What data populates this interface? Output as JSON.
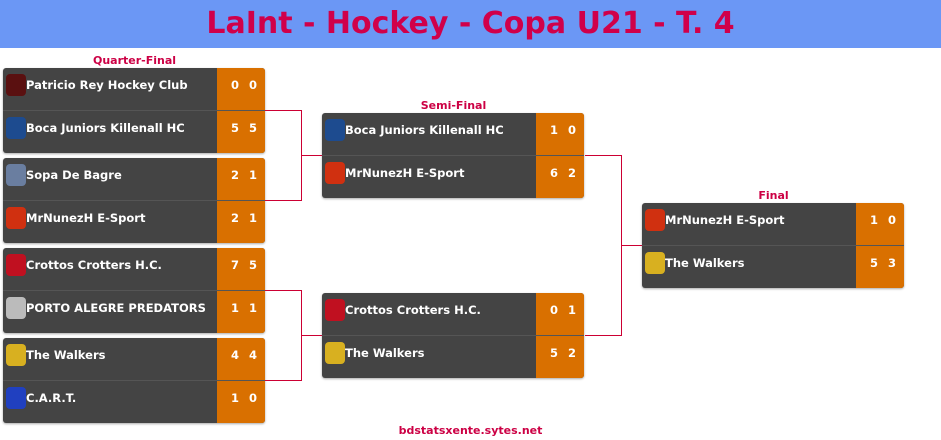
{
  "title": "LaInt - Hockey - Copa U21 - T. 4",
  "rounds": {
    "qf": "Quarter-Final",
    "sf": "Semi-Final",
    "final": "Final"
  },
  "footer": "bdstatsxente.sytes.net",
  "colors": {
    "header": "#6b97f5",
    "accent": "#cc0044",
    "score_bg": "#d97000",
    "card_bg": "#444444"
  },
  "matches": [
    {
      "id": "qf1",
      "teams": [
        {
          "name": "Patricio Rey Hockey Club",
          "s": [
            "0",
            "0"
          ],
          "logo": "#5a1010"
        },
        {
          "name": "Boca Juniors Killenall HC",
          "s": [
            "5",
            "5"
          ],
          "logo": "#1d4b8f"
        }
      ]
    },
    {
      "id": "qf2",
      "teams": [
        {
          "name": "Sopa De Bagre",
          "s": [
            "2",
            "1"
          ],
          "logo": "#6a7ea0"
        },
        {
          "name": "MrNunezH E-Sport",
          "s": [
            "2",
            "1"
          ],
          "logo": "#d03010"
        }
      ]
    },
    {
      "id": "qf3",
      "teams": [
        {
          "name": "Crottos Crotters H.C.",
          "s": [
            "7",
            "5"
          ],
          "logo": "#c01020"
        },
        {
          "name": "PORTO ALEGRE PREDATORS",
          "s": [
            "1",
            "1"
          ],
          "logo": "#bbbbbb"
        }
      ]
    },
    {
      "id": "qf4",
      "teams": [
        {
          "name": "The Walkers",
          "s": [
            "4",
            "4"
          ],
          "logo": "#d8b020"
        },
        {
          "name": "C.A.R.T.",
          "s": [
            "1",
            "0"
          ],
          "logo": "#2040c0"
        }
      ]
    },
    {
      "id": "sf1",
      "teams": [
        {
          "name": "Boca Juniors Killenall HC",
          "s": [
            "1",
            "0"
          ],
          "logo": "#1d4b8f"
        },
        {
          "name": "MrNunezH E-Sport",
          "s": [
            "6",
            "2"
          ],
          "logo": "#d03010"
        }
      ]
    },
    {
      "id": "sf2",
      "teams": [
        {
          "name": "Crottos Crotters H.C.",
          "s": [
            "0",
            "1"
          ],
          "logo": "#c01020"
        },
        {
          "name": "The Walkers",
          "s": [
            "5",
            "2"
          ],
          "logo": "#d8b020"
        }
      ]
    },
    {
      "id": "final",
      "teams": [
        {
          "name": "MrNunezH E-Sport",
          "s": [
            "1",
            "0"
          ],
          "logo": "#d03010"
        },
        {
          "name": "The Walkers",
          "s": [
            "5",
            "3"
          ],
          "logo": "#d8b020"
        }
      ]
    }
  ]
}
